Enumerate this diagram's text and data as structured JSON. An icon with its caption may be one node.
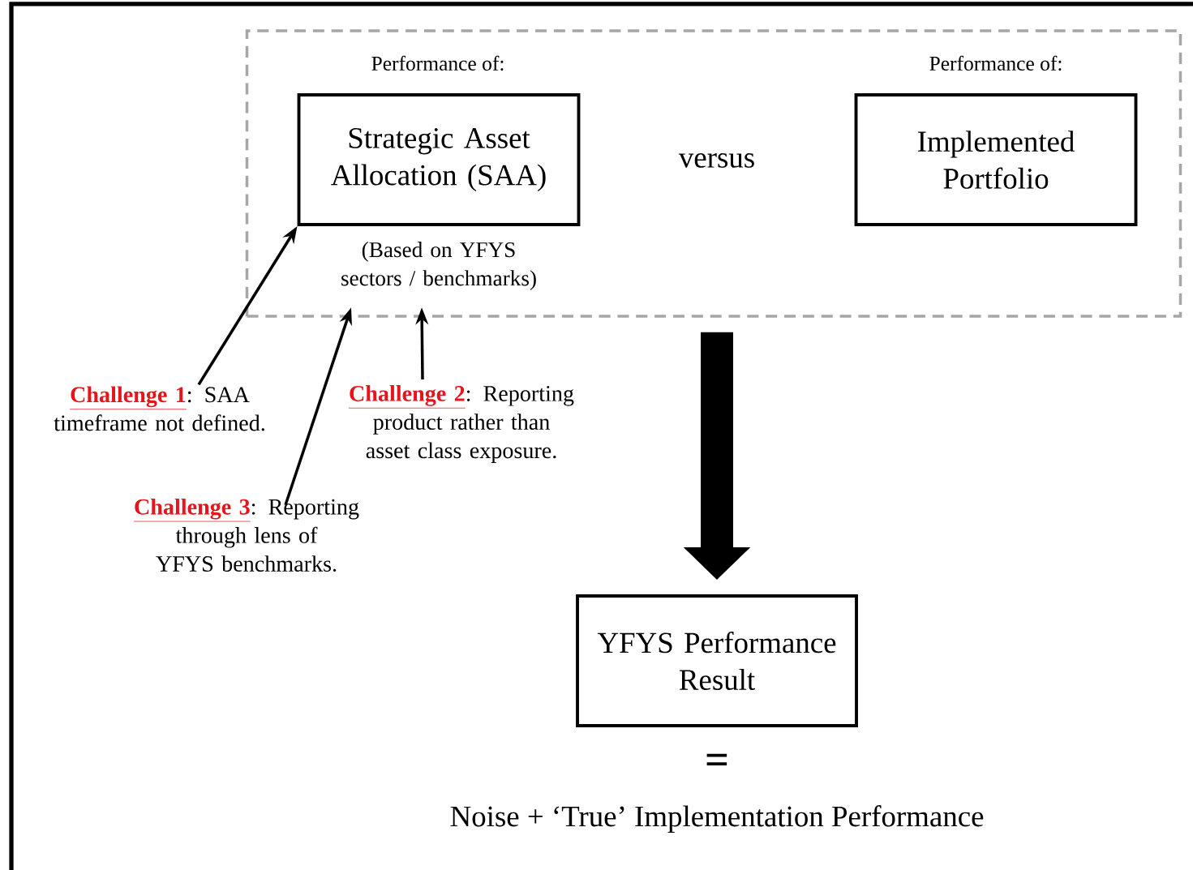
{
  "diagram": {
    "nodes": [
      {
        "text": [],
        "shape": "box"
      },
      {
        "text": [
          "Performance of:",
          "Strategic Asset Allocation (SAA)"
        ],
        "in": 0,
        "beside": [
          "(Based on YFYS sectors / benchmarks)"
        ]
      },
      {
        "text": [
          "Performance of:",
          "Implemented Portfolio"
        ],
        "in": 0
      },
      {
        "text": [
          "YFYS Performance Result"
        ]
      },
      {
        "text": [
          "**Challenge 1**: SAA timeframe not defined."
        ]
      },
      {
        "text": [
          "**Challenge 2**: Reporting product rather than asset class exposure."
        ]
      },
      {
        "text": [
          "**Challenge 3**: Reporting through lens of YFYS benchmarks."
        ]
      }
    ],
    "edges": [
      {
        "from": 4,
        "to": 1,
        "arrow": "to"
      },
      {
        "from": 6,
        "to": 0,
        "arrow": "to"
      },
      {
        "from": 5,
        "to": 0,
        "arrow": "to"
      },
      {
        "from": 0,
        "to": 3,
        "arrow": "to",
        "style": "thick"
      }
    ],
    "labels": [
      "versus",
      "=",
      "Noise + ‘True’ Implementation Performance"
    ]
  }
}
